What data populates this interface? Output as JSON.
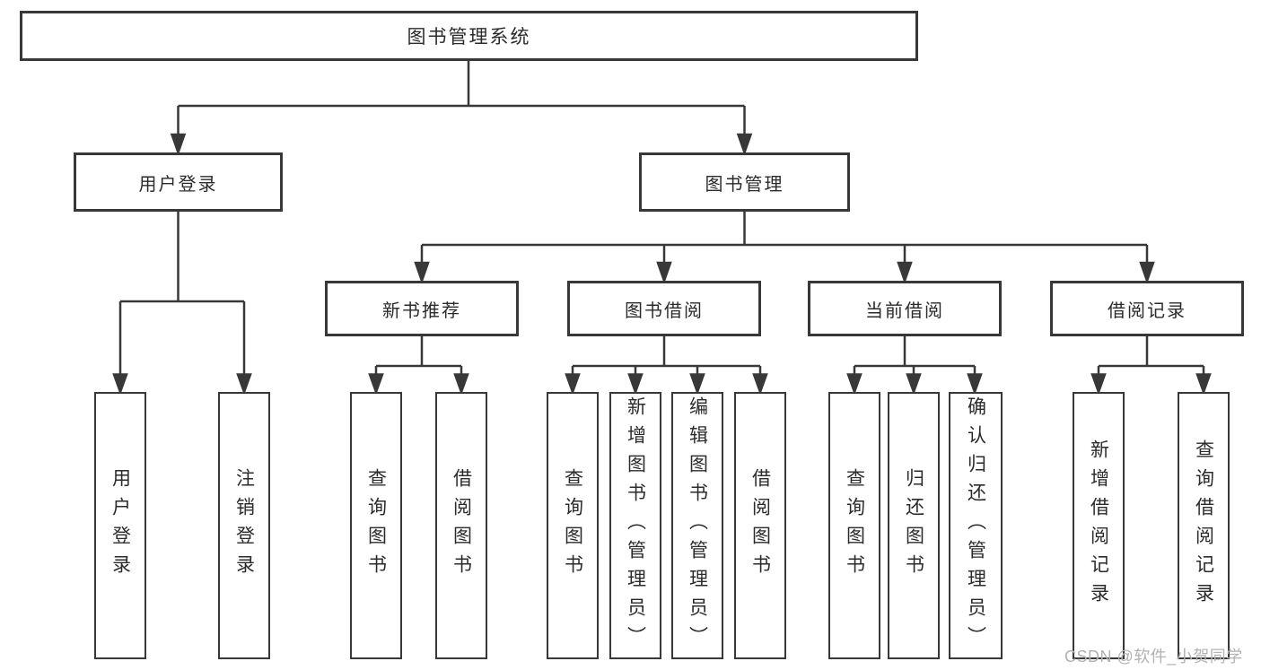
{
  "diagram": {
    "type": "tree-diagram",
    "watermark": "CSDN @软件_小贺同学",
    "colors": {
      "line": "#383838",
      "box_border": "#383838",
      "text": "#2b2b2b",
      "box_background": "#ffffff",
      "page_background": "#ffffff",
      "watermark": "#b2b2b2"
    },
    "nodes": {
      "root": "图书管理系统",
      "user_login": "用户登录",
      "book_mgmt": "图书管理",
      "user_login_leaf": "用户登录",
      "logout_leaf": "注销登录",
      "new_book_rec": "新书推荐",
      "book_borrow": "图书借阅",
      "current_borrow": "当前借阅",
      "borrow_records": "借阅记录",
      "nb_query_books": "查询图书",
      "nb_borrow_books": "借阅图书",
      "bb_query_books": "查询图书",
      "bb_add_books": "新增图书（管理员）",
      "bb_edit_books": "编辑图书（管理员）",
      "bb_borrow_books": "借阅图书",
      "cb_query_books": "查询图书",
      "cb_return_books": "归还图书",
      "cb_confirm_return": "确认归还（管理员）",
      "br_add_record": "新增借阅记录",
      "br_query_record": "查询借阅记录"
    },
    "hierarchy": {
      "图书管理系统": {
        "用户登录": [
          "用户登录",
          "注销登录"
        ],
        "图书管理": {
          "新书推荐": [
            "查询图书",
            "借阅图书"
          ],
          "图书借阅": [
            "查询图书",
            "新增图书（管理员）",
            "编辑图书（管理员）",
            "借阅图书"
          ],
          "当前借阅": [
            "查询图书",
            "归还图书",
            "确认归还（管理员）"
          ],
          "借阅记录": [
            "新增借阅记录",
            "查询借阅记录"
          ]
        }
      }
    }
  }
}
